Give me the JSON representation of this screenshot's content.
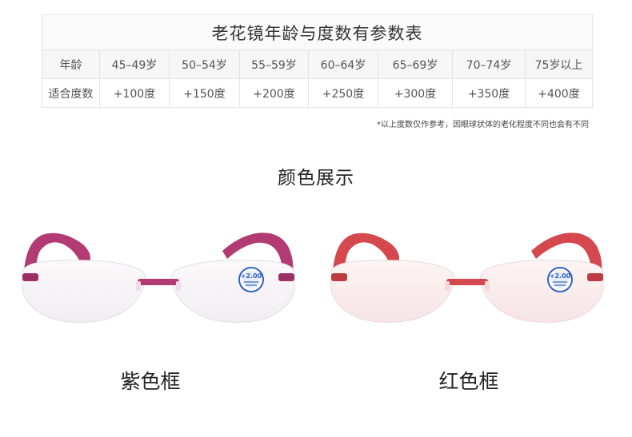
{
  "table": {
    "title": "老花镜年龄与度数有参数表",
    "age_label": "年龄",
    "power_label": "适合度数",
    "ages": [
      "45–49岁",
      "50–54岁",
      "55–59岁",
      "60–64岁",
      "65–69岁",
      "70–74岁",
      "75岁以上"
    ],
    "powers": [
      "+100度",
      "+150度",
      "+200度",
      "+250度",
      "+300度",
      "+350度",
      "+400度"
    ]
  },
  "note": "*以上度数仅作参考，因眼球状体的老化程度不同也会有不同",
  "section_title": "颜色展示",
  "products": [
    {
      "caption": "紫色框",
      "badge": "+2.00",
      "color": "#b23b73"
    },
    {
      "caption": "红色框",
      "badge": "+2.00",
      "color": "#d4484e"
    }
  ],
  "colors": {
    "border": "#e3e3e3",
    "badge_blue": "#2f62c8"
  }
}
